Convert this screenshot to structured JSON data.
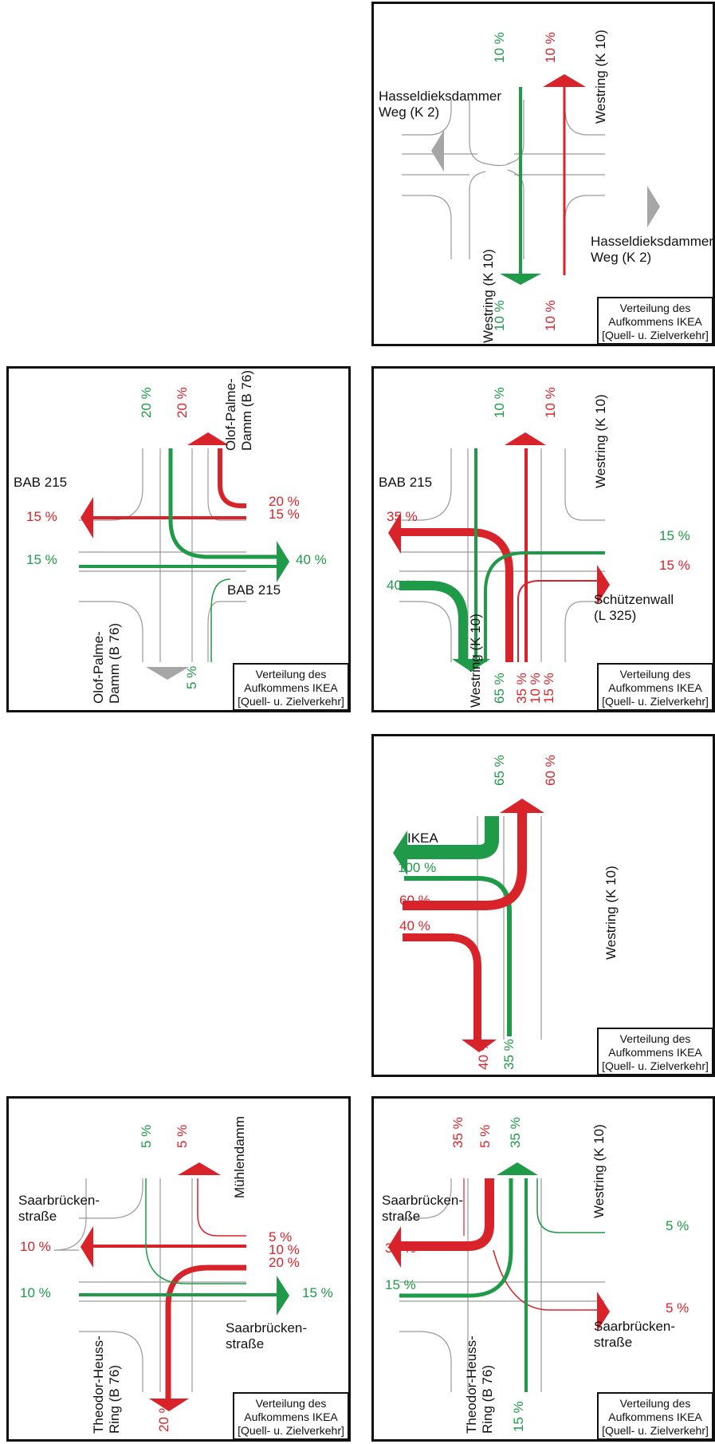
{
  "legend": {
    "line1": "Verteilung des",
    "line2": "Aufkommens IKEA",
    "line3": "[Quell- u. Zielverkehr]"
  },
  "colors": {
    "green": "#1f9a48",
    "red": "#d8232a",
    "grey": "#a6a6a6",
    "road": "#9a9a9a"
  },
  "panel1": {
    "top_green": "10 %",
    "top_red": "10 %",
    "top_road": "Westring (K 10)",
    "left_road": "Hasseldieksdammer\nWeg (K 2)",
    "right_road": "Hasseldieksdammer\nWeg (K 2)",
    "bottom_road": "Westring (K 10)",
    "bottom_green": "10 %",
    "bottom_red": "10 %"
  },
  "panel2": {
    "top_green": "20 %",
    "top_red": "20 %",
    "top_road": "Olof-Palme-\nDamm (B 76)",
    "left_road": "BAB 215",
    "left_red": "15 %",
    "left_green": "15 %",
    "right_red": "20 %\n15 %",
    "right_green": "40 %",
    "right_road": "BAB 215",
    "bottom_road": "Olof-Palme-\nDamm (B 76)",
    "bottom_green": "5 %"
  },
  "panel3": {
    "top_green": "10 %",
    "top_red": "10 %",
    "top_road": "Westring (K 10)",
    "left_road": "BAB 215",
    "left_red": "35 %",
    "left_green": "40 %",
    "right_green": "15 %",
    "right_red": "15 %",
    "right_road": "Schützenwall\n(L 325)",
    "bottom_road": "Westring (K 10)",
    "bottom_green": "65 %",
    "bottom_red_a": "35 %",
    "bottom_red_b": "10 %",
    "bottom_red_c": "15 %"
  },
  "panel4": {
    "top_green": "65 %",
    "top_red": "60 %",
    "left_road": "IKEA",
    "left_green": "100 %",
    "left_red_a": "60 %",
    "left_red_b": "40 %",
    "right_road": "Westring (K 10)",
    "bottom_red": "40 %",
    "bottom_green": "35 %"
  },
  "panel5": {
    "top_green": "5 %",
    "top_red": "5 %",
    "top_road": "Mühlendamm",
    "left_road": "Saarbrücken-\nstraße",
    "left_red": "10 %",
    "left_green": "10 %",
    "right_red": "5 %\n10 %\n20 %",
    "right_green": "15 %",
    "right_road": "Saarbrücken-\nstraße",
    "bottom_road": "Theodor-Heuss-\nRing (B 76)",
    "bottom_red": "20 %"
  },
  "panel6": {
    "top_red": "35 %",
    "top_red_b": "5 %",
    "top_green": "35 %",
    "top_road": "Westring (K 10)",
    "left_road": "Saarbrücken-\nstraße",
    "left_red": "35 %",
    "left_green": "15 %",
    "right_green": "5 %",
    "right_red": "5 %",
    "right_road": "Saarbrücken-\nstraße",
    "bottom_road": "Theodor-Heuss-\nRing (B 76)",
    "bottom_green": "15 %"
  }
}
